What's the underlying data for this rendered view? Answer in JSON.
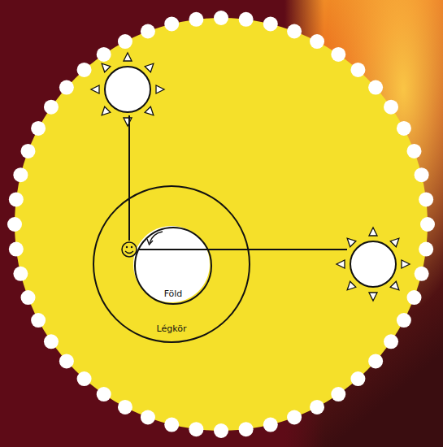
{
  "diagram": {
    "nodes": [
      {
        "text": [
          "Légkör"
        ]
      },
      {
        "text": [
          "Föld"
        ],
        "in": 0
      }
    ]
  }
}
